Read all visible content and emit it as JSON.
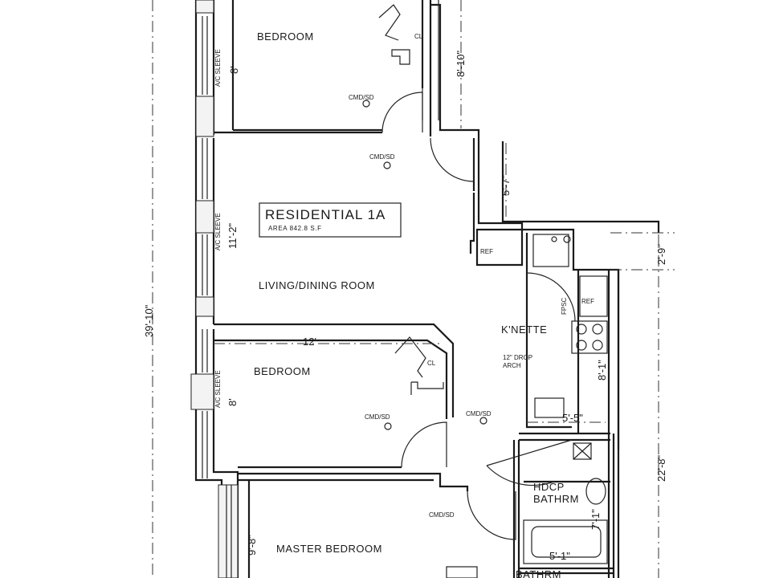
{
  "unit": {
    "title": "RESIDENTIAL 1A",
    "area": "AREA 842.8 S.F"
  },
  "rooms": {
    "bedroom_top": "BEDROOM",
    "bedroom_mid": "BEDROOM",
    "living_dining": "LIVING/DINING ROOM",
    "kitchenette": "K'NETTE",
    "master_bedroom": "MASTER BEDROOM",
    "hdcp_bath_1": "HDCP",
    "hdcp_bath_2": "BATHRM",
    "bath_bottom": "BATHRM"
  },
  "fixtures": {
    "closet_top": "CL",
    "closet_mid": "CL",
    "cmd_sd": "CMD/SD",
    "ref_left": "REF",
    "ref_right": "REF",
    "fpsc": "FPSC",
    "drop_arch_1": "12\" DROP",
    "drop_arch_2": "ARCH",
    "ac_sleeve": "A/C SLEEVE"
  },
  "dimensions": {
    "overall_height": "39'-10\"",
    "bedroom_top_depth": "8'",
    "bedroom_top_closet": "8'-10\"",
    "living_depth": "11'-2\"",
    "corridor": "5'-7\"",
    "ref_notch": "2'-9\"",
    "bedroom_width": "12'",
    "bedroom_mid_depth": "8'",
    "kitchenette_depth": "8'-1\"",
    "kitchenette_width": "5'-5\"",
    "right_run": "22'-8\"",
    "bath_depth": "7'-1\"",
    "tub_width": "5'-1\"",
    "master_depth": "9'-8\""
  }
}
